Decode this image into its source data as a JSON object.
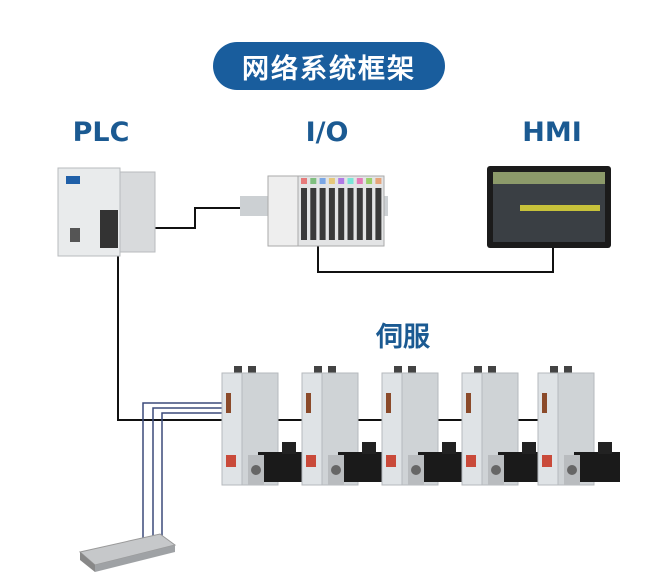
{
  "title": "网络系统框架",
  "labels": {
    "plc": "PLC",
    "io": "I/O",
    "hmi": "HMI",
    "servo": "伺服"
  },
  "servo_count": 5,
  "colors": {
    "accent": "#195d9d",
    "label": "#1b5a92",
    "wire": "#111111",
    "brake_wire": "#3b4a7a"
  }
}
